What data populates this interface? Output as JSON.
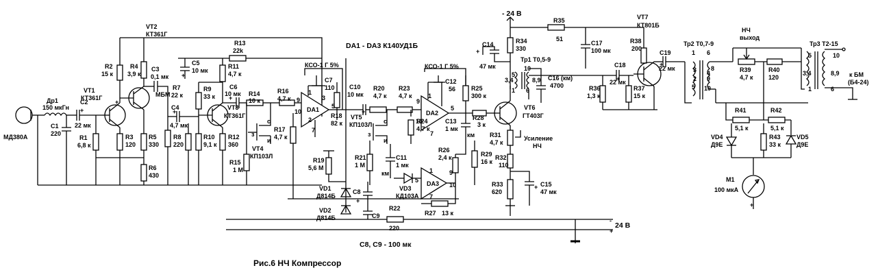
{
  "caption": "Рис.6  НЧ Компрессор",
  "ic_title": "DA1 - DA3 К140УД1Б",
  "cap_note": "С8, С9 - 100 мк",
  "supply_neg": "- 24 В",
  "supply_24": "24 В",
  "labels": {
    "mic": "МД380А",
    "dr1": "Др1",
    "dr1v": "150 мкГн",
    "c1": "С1",
    "c1v": "220",
    "c2": "С2",
    "c2v": "22 мк",
    "r1": "R1",
    "r1v": "6,8 к",
    "vt1": "VT1",
    "vt1t": "КТ361Г",
    "r2": "R2",
    "r2v": "15 к",
    "r3": "R3",
    "r3v": "120",
    "vt2": "VT2",
    "vt2t": "КТ361Г",
    "r4": "R4",
    "r4v": "3,9 к",
    "c3": "С3",
    "c3v": "0,1 мк",
    "c3t": "МБМ",
    "r5": "R5",
    "r5v": "330",
    "r6": "R6",
    "r6v": "430",
    "r7": "R7",
    "r7v": "22 к",
    "c4": "С4",
    "c4v": "4,7 мк",
    "r8": "R8",
    "r8v": "220",
    "c5": "С5",
    "c5v": "10 мк",
    "r9": "R9",
    "r9v": "33 к",
    "r10": "R10",
    "r10v": "9,1 к",
    "r11": "R11",
    "r11v": "4,7 к",
    "r12": "R12",
    "r12v": "360",
    "r13": "R13",
    "r13v": "22k",
    "vt3": "VT3",
    "vt3t": "КТ361Г",
    "c6": "С6",
    "c6v": "10 мк",
    "r14": "R14",
    "r14v": "10 к",
    "r15": "R15",
    "r15v": "1 М",
    "vt4": "VT4",
    "vt4t": "КП103Л",
    "r16": "R16",
    "r16v": "4,7 к",
    "r17": "R17",
    "r17v": "4,7 к",
    "kso1": "КСО-1 Г 5%",
    "c7": "С7",
    "c7v": "110",
    "da1": "DA1",
    "r18": "R18",
    "r18v": "82 к",
    "r19": "R19",
    "r19v": "5,6 М",
    "vd1": "VD1",
    "vd1t": "Д814Б",
    "vd2": "VD2",
    "vd2t": "Д814Б",
    "c8": "С8",
    "c9": "С9",
    "c10": "С10",
    "c10v": "10 мк",
    "r20": "R20",
    "r20v": "4,7 к",
    "vt5": "VT5",
    "vt5t": "КП103Л",
    "r21": "R21",
    "r21v": "1 М",
    "c11": "С11",
    "c11v": "1 мк",
    "c11t": "км",
    "r22": "R22",
    "r22v": "220",
    "r23": "R23",
    "r23v": "4,7 к",
    "r24": "R24",
    "r24v": "4,7 к",
    "kso2": "КСО-1 Г 5%",
    "c12": "С12",
    "c12v": "56",
    "da2": "DA2",
    "c13": "С13",
    "c13v": "1 мк",
    "c13t": "км",
    "r25": "R25",
    "r25v": "300 к",
    "r26": "R26",
    "r26v": "2,4 к",
    "vd3": "VD3",
    "vd3t": "КД103А",
    "da3": "DA3",
    "r27": "R27",
    "r27v": "13 к",
    "r28": "R28",
    "r28v": "3 к",
    "r29": "R29",
    "r29v": "16 к",
    "vt6": "VT6",
    "vt6t": "ГТ403Г",
    "r31": "R31",
    "r31v": "4,7 к",
    "usil1": "Усиление",
    "usil2": "НЧ",
    "r32": "R32",
    "r32v": "110",
    "r33": "R33",
    "r33v": "620",
    "c15": "С15",
    "c15v": "47 мк",
    "c14": "С14",
    "c14v": "47 мк",
    "r34": "R34",
    "r34v": "330",
    "tr1": "Тр1  Т0,5-9",
    "c16": "С16 (км)",
    "c16v": "4700",
    "r35": "R35",
    "r35v": "51",
    "c17": "С17",
    "c17v": "100 мк",
    "r36": "R36",
    "r36v": "1,3 к",
    "c18": "С18",
    "c18v": "22 мк",
    "r37": "R37",
    "r37v": "15 к",
    "r38": "R38",
    "r38v": "200",
    "vt7": "VT7",
    "vt7t": "КТ801Б",
    "c19": "С19",
    "c19v": "22 мк",
    "tr2": "Тр2  Т0,7-9",
    "nch1": "НЧ",
    "nch2": "выход",
    "r39": "R39",
    "r39v": "4,7 к",
    "r40": "R40",
    "r40v": "120",
    "r41": "R41",
    "r41v": "5,1 к",
    "r42": "R42",
    "r42v": "5,1 к",
    "vd4": "VD4",
    "vd4t": "Д9Е",
    "r43": "R43",
    "r43v": "33 к",
    "vd5": "VD5",
    "vd5t": "Д9Е",
    "m1": "М1",
    "m1v": "100 мкА",
    "tr3": "Тр3  Т2-15",
    "kbm1": "к БМ",
    "kbm2": "(Б4-24)",
    "plus": "+",
    "minus": "-",
    "p1": "1",
    "p2": "2",
    "p3": "3",
    "p4": "4",
    "p5": "5",
    "p6": "6",
    "p7": "7",
    "p8": "8",
    "p9": "9",
    "p10": "10",
    "p34": "3,4",
    "p89": "8,9",
    "c_lbl": "с",
    "i_lbl": "и",
    "z_lbl": "з"
  }
}
